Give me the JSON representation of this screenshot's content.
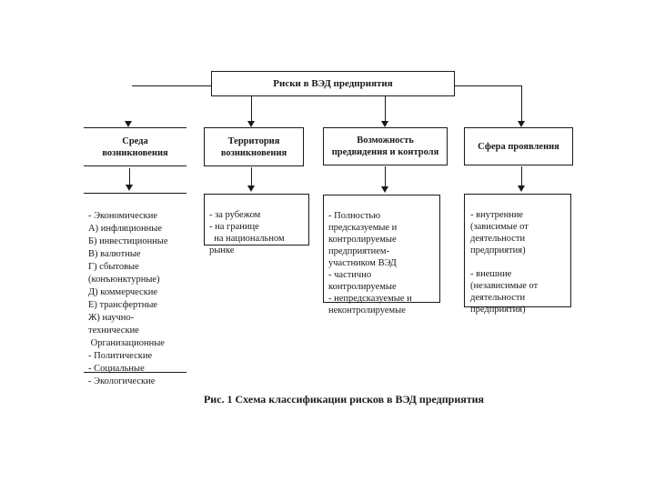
{
  "diagram": {
    "root_label": "Риски в ВЭД предприятия",
    "columns": [
      {
        "header": "Среда возникновения",
        "content": "- Экономические\nА) инфляционные\nБ) инвестиционные\nВ) валютные\nГ) сбытовые\n(конъюнктурные)\nД) коммерческие\nЕ) трансфертные\nЖ) научно-\nтехнические\n Организационные\n- Политические\n- Социальные\n- Экологические"
      },
      {
        "header": "Территория возникновения",
        "content": "- за рубежом\n- на границе\n  на национальном\nрынке"
      },
      {
        "header": "Возможность предвидения и контроля",
        "content": "- Полностью\nпредсказуемые и\nконтролируемые\nпредприятием-\nучастником ВЭД\n- частично\nконтролируемые\n- непредсказуемые и\nнеконтролируемые"
      },
      {
        "header": "Сфера проявления",
        "content": "- внутренние\n(зависимые от\nдеятельности\nпредприятия)\n\n- внешние\n(независимые от\nдеятельности\nпредприятия)"
      }
    ],
    "caption": "Рис. 1 Схема классификации рисков в ВЭД предприятия"
  },
  "colors": {
    "line": "#1a1a1a",
    "background": "#ffffff"
  }
}
